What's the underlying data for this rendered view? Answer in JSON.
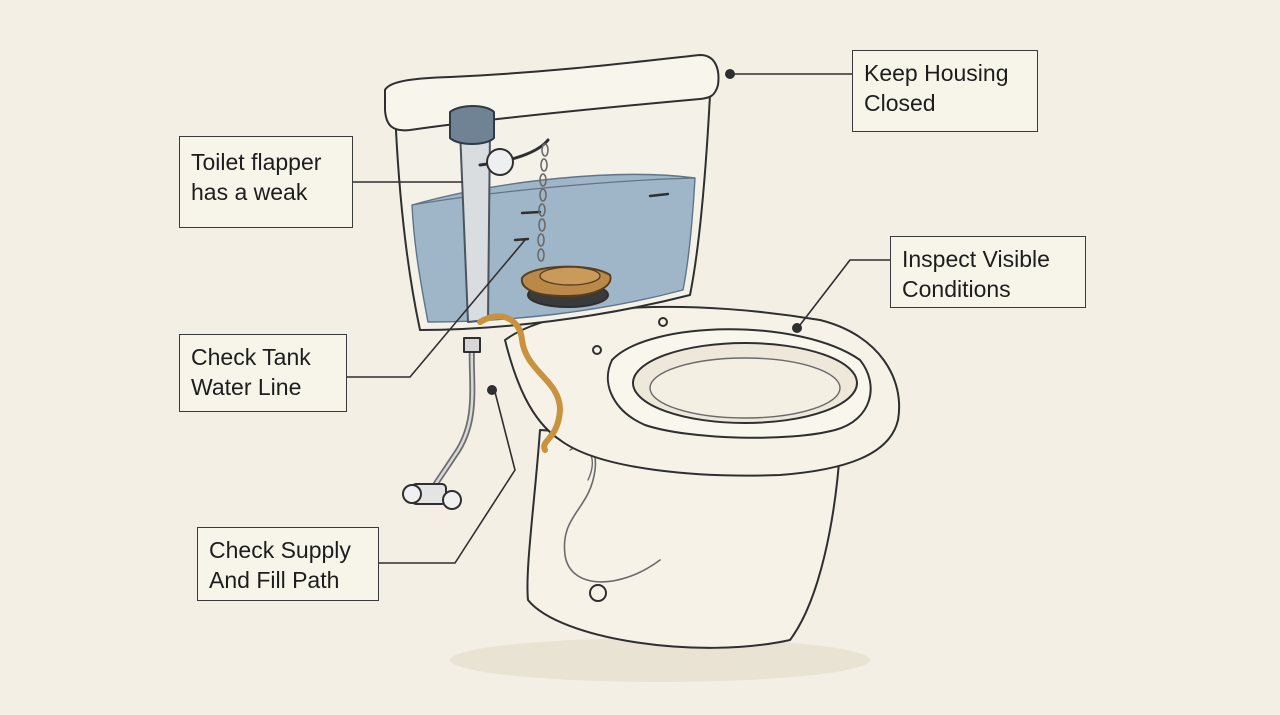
{
  "callouts": {
    "keep_housing": {
      "line1": "Keep Housing",
      "line2": "Closed"
    },
    "flapper": {
      "line1": "Toilet flapper",
      "line2": "has a weak"
    },
    "inspect_visible": {
      "line1": "Inspect Visible",
      "line2": "Conditions"
    },
    "tank_water": {
      "line1": "Check Tank",
      "line2": "Water Line"
    },
    "supply_fill": {
      "line1": "Check Supply",
      "line2": "And Fill Path"
    }
  },
  "colors": {
    "background": "#f3efe4",
    "porcelain": "#f6f2e8",
    "water": "#9fb6c8",
    "flapper": "#b9894a",
    "fill_tube": "#c9923e",
    "ink": "#2f2f2f"
  }
}
